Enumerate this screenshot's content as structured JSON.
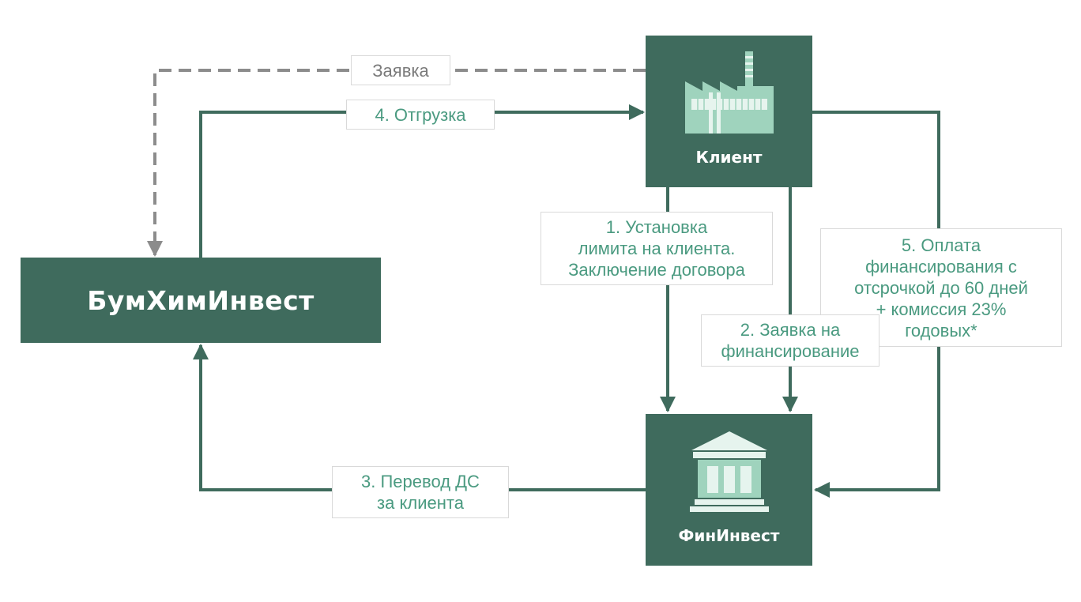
{
  "nodes": {
    "bumkhim": {
      "title": "БумХимИнвест",
      "icon": ""
    },
    "client": {
      "title": "Клиент",
      "icon": "factory-icon"
    },
    "fininvest": {
      "title": "ФинИнвест",
      "icon": "bank-icon"
    }
  },
  "labels": {
    "zayavka": "Заявка",
    "otgruzka": "4. Отгрузка",
    "step1": [
      "1. Установка",
      "лимита на клиента.",
      "Заключение договора"
    ],
    "step2": [
      "2. Заявка на",
      "финансирование"
    ],
    "step5": [
      "5. Оплата",
      "финансирования с",
      "отсрочкой до 60 дней",
      "+ комиссия 23%",
      "годовых*"
    ],
    "step3": [
      "3. Перевод ДС",
      "за клиента"
    ]
  },
  "colors": {
    "node_fill": "#3f6b5d",
    "arrow": "#3f6b5d",
    "dashed_arrow": "#8c8c8c",
    "label_text": "#4a9a80",
    "label_grey": "#7a7a7a",
    "icon_fill": "#9fd3bd",
    "icon_light": "#e6f4ee"
  }
}
